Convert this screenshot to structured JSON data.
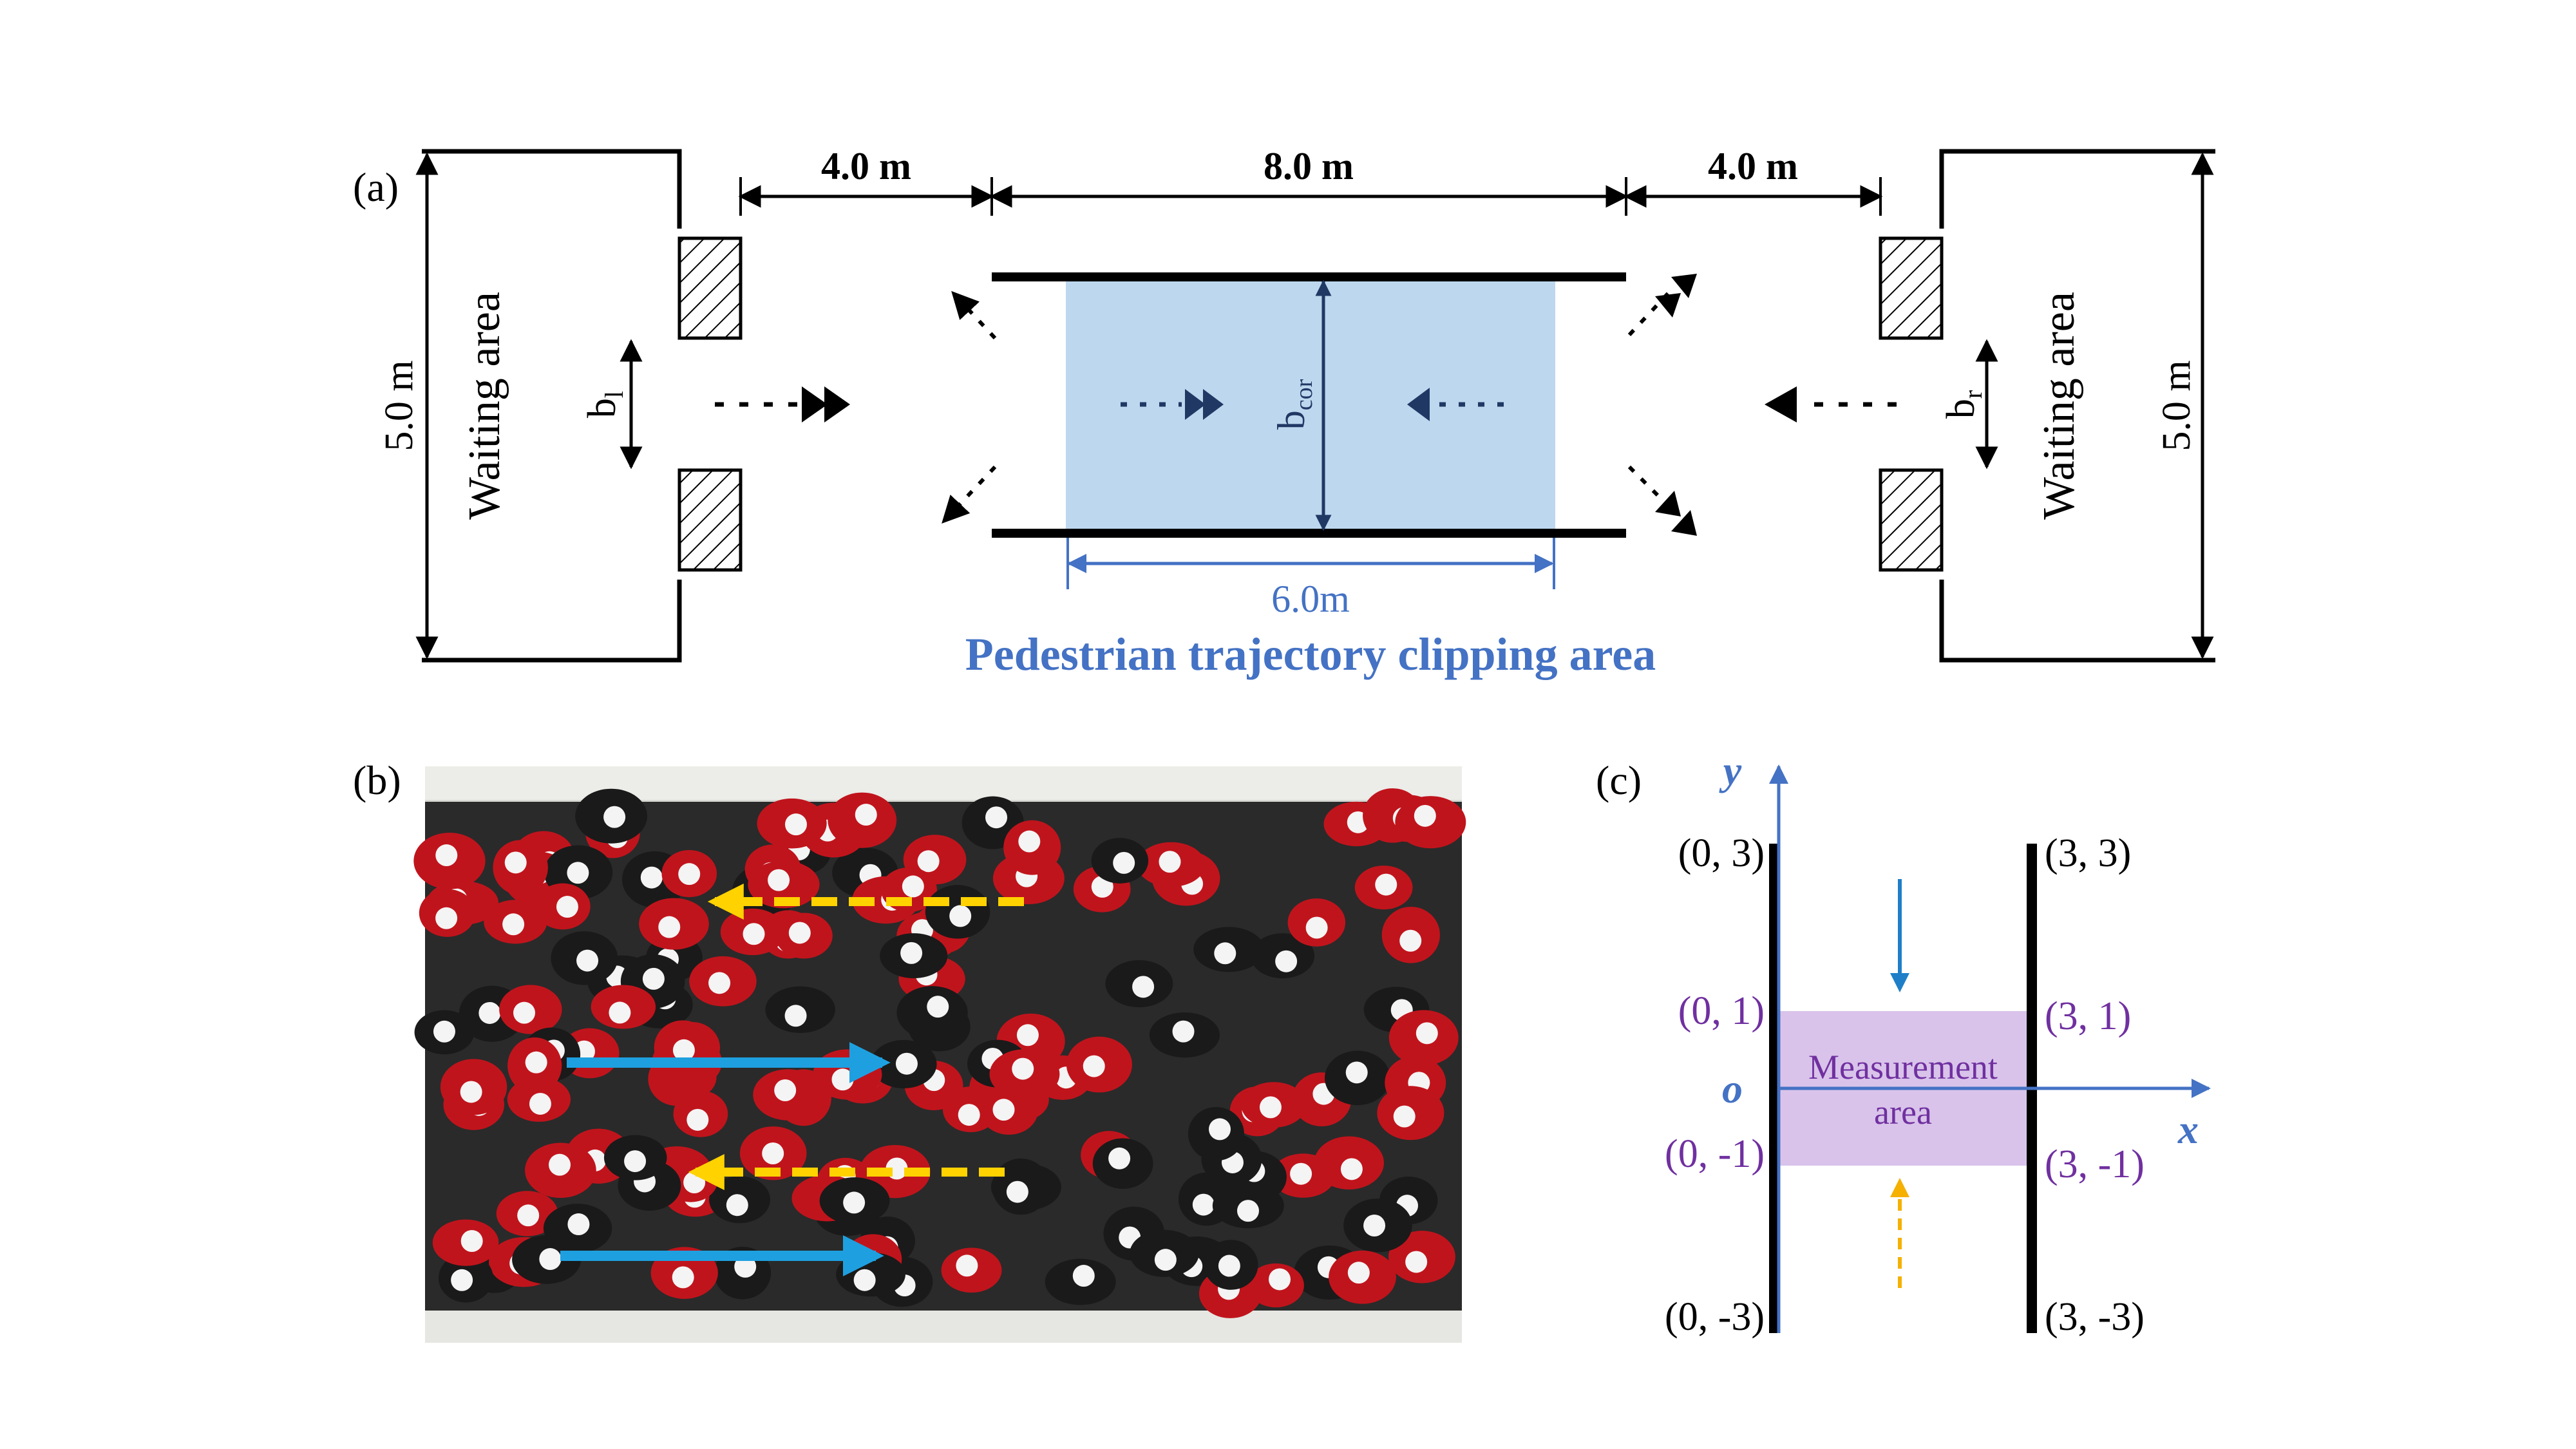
{
  "panel_a": {
    "label": "(a)",
    "dim_left_gap": "4.0 m",
    "dim_middle": "8.0 m",
    "dim_right_gap": "4.0 m",
    "left_area_label": "Waiting area",
    "right_area_label": "Waiting area",
    "left_height": "5.0 m",
    "right_height": "5.0 m",
    "b_left_main": "b",
    "b_left_sub": "l",
    "b_right_main": "b",
    "b_right_sub": "r",
    "b_cor_main": "b",
    "b_cor_sub": "cor",
    "clip_width": "6.0m",
    "clip_title": "Pedestrian trajectory clipping area",
    "colors": {
      "clip_fill": "#bdd7ee",
      "clip_text": "#4472c4",
      "arrow": "#203864"
    }
  },
  "panel_b": {
    "label": "(b)",
    "colors": {
      "group_red": "#c0141c",
      "group_black": "#1a1a1a",
      "arrow_cyan": "#1ea0e0",
      "arrow_yellow": "#ffd200"
    }
  },
  "panel_c": {
    "label": "(c)",
    "axis_x": "x",
    "axis_y": "y",
    "origin": "o",
    "coords": {
      "tl": "(0, 3)",
      "tr": "(3, 3)",
      "ml": "(0, 1)",
      "mr": "(3, 1)",
      "bl2": "(0, -1)",
      "br2": "(3, -1)",
      "bl": "(0, -3)",
      "br": "(3, -3)"
    },
    "measurement_line1": "Measurement",
    "measurement_line2": "area",
    "colors": {
      "axis": "#4472c4",
      "measurement_fill": "#d9c3ea",
      "measurement_text": "#7030a0",
      "down_arrow": "#1e7fc8",
      "up_arrow": "#f5b000"
    }
  }
}
